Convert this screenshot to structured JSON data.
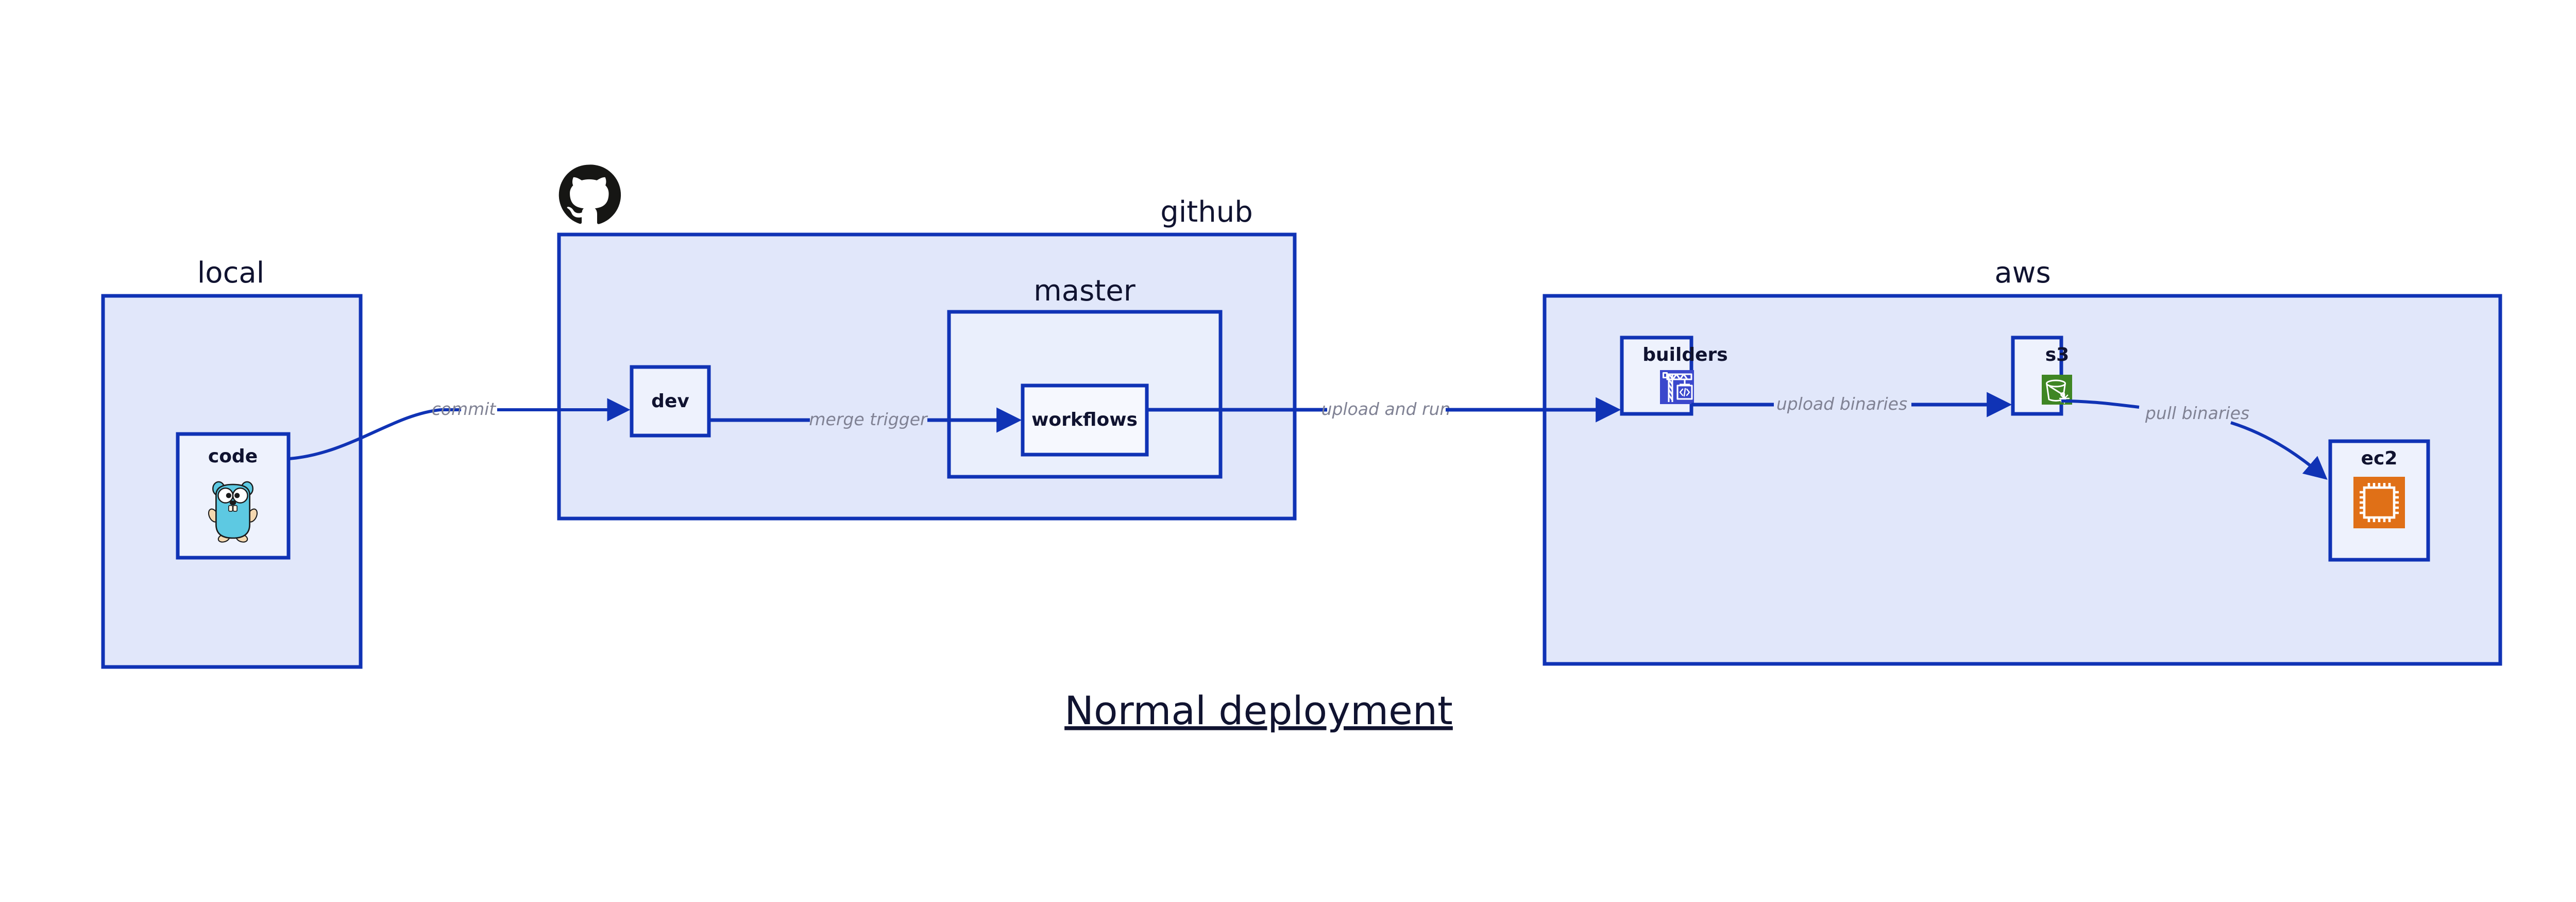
{
  "title": "Normal deployment",
  "groups": [
    {
      "id": "local",
      "label": "local"
    },
    {
      "id": "github",
      "label": "github"
    },
    {
      "id": "master",
      "label": "master"
    },
    {
      "id": "aws",
      "label": "aws"
    }
  ],
  "nodes": [
    {
      "id": "code",
      "label": "code",
      "icon": "go-gopher-icon"
    },
    {
      "id": "dev",
      "label": "dev",
      "icon": "none"
    },
    {
      "id": "workflows",
      "label": "workflows",
      "icon": "none"
    },
    {
      "id": "builders",
      "label": "builders",
      "icon": "aws-builders-crane-icon"
    },
    {
      "id": "s3",
      "label": "s3",
      "icon": "aws-s3-bucket-icon"
    },
    {
      "id": "ec2",
      "label": "ec2",
      "icon": "aws-ec2-chip-icon"
    }
  ],
  "edges": [
    {
      "id": "code-to-dev",
      "label": "commit"
    },
    {
      "id": "dev-to-workflows",
      "label": "merge trigger"
    },
    {
      "id": "workflows-to-builders",
      "label": "upload and run"
    },
    {
      "id": "builders-to-s3",
      "label": "upload binaries"
    },
    {
      "id": "s3-to-ec2",
      "label": "pull binaries"
    }
  ],
  "icons": {
    "github_logo": "github-octocat-icon"
  },
  "colors": {
    "accent_border": "#1033b5",
    "group_fill": "#e1e7fa",
    "sub_fill": "#eaeffc",
    "leaf_fill": "#eef2fd",
    "label_text": "#101330",
    "edge_label_text": "#808294",
    "builders_icon_bg": "#3b48cc",
    "s3_icon_bg": "#3f8624",
    "ec2_icon_bg": "#e07017",
    "gopher_body": "#5dc9e2",
    "github_black": "#161614",
    "page_bg": "#ffffff"
  }
}
